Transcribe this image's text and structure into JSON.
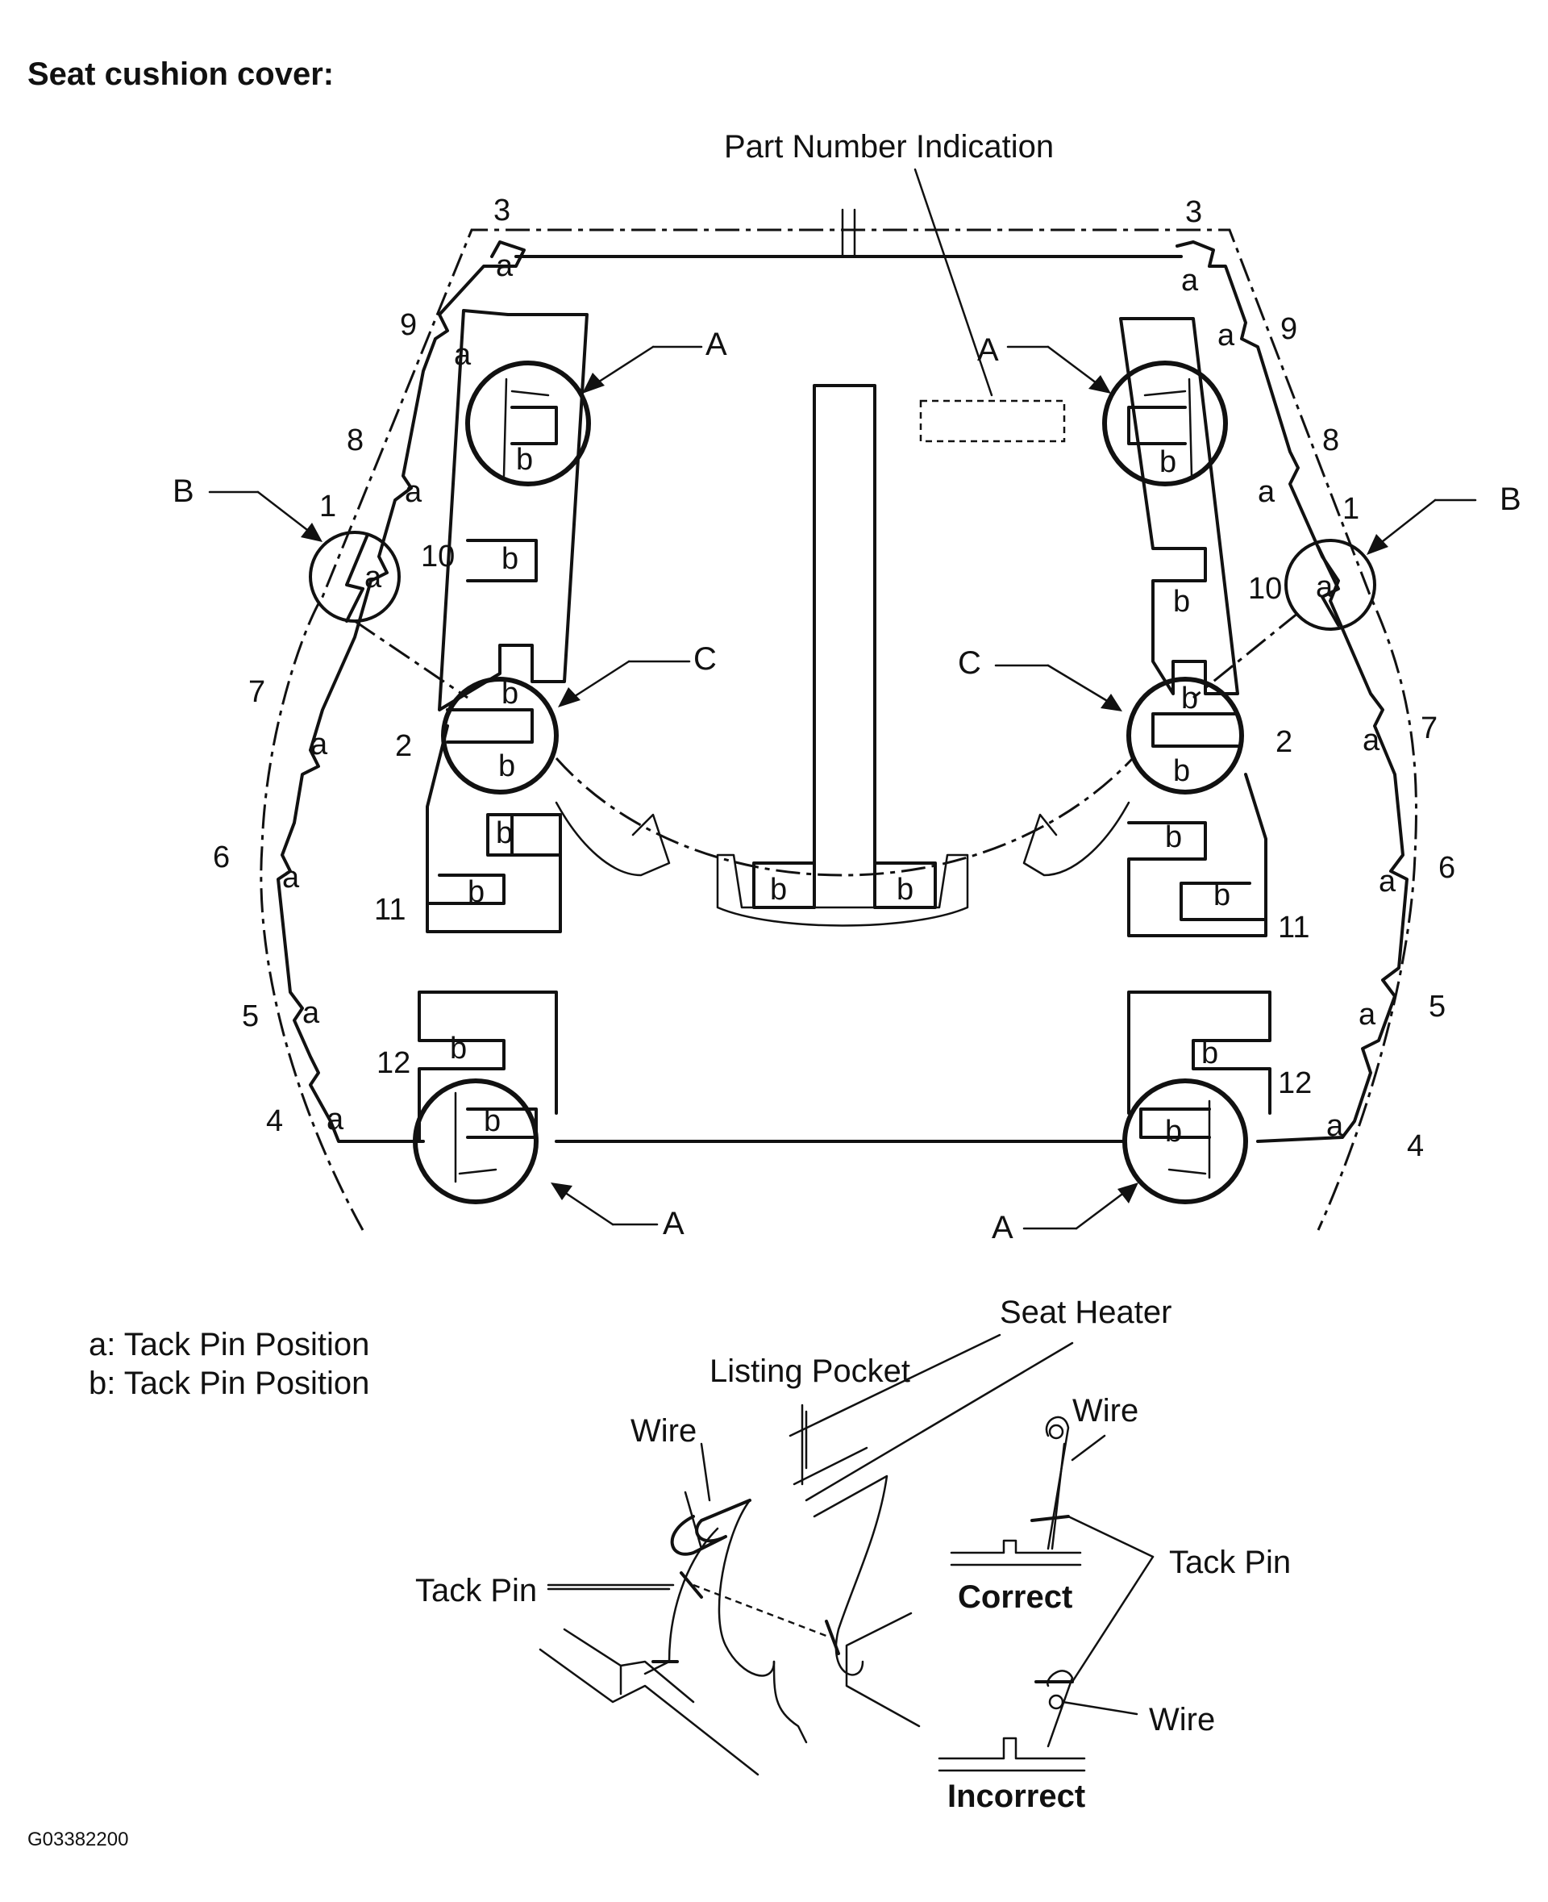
{
  "title": "Seat cushion cover:",
  "figure_id": "G03382200",
  "labels": {
    "part_number": "Part Number Indication",
    "A": "A",
    "B": "B",
    "C": "C",
    "a": "a",
    "b": "b",
    "legend_a": "a: Tack Pin Position",
    "legend_b": "b: Tack Pin Position",
    "seat_heater": "Seat Heater",
    "listing_pocket": "Listing Pocket",
    "wire": "Wire",
    "tack_pin": "Tack Pin",
    "correct": "Correct",
    "incorrect": "Incorrect"
  },
  "numbers": {
    "n1": "1",
    "n2": "2",
    "n3": "3",
    "n4": "4",
    "n5": "5",
    "n6": "6",
    "n7": "7",
    "n8": "8",
    "n9": "9",
    "n10": "10",
    "n11": "11",
    "n12": "12"
  }
}
